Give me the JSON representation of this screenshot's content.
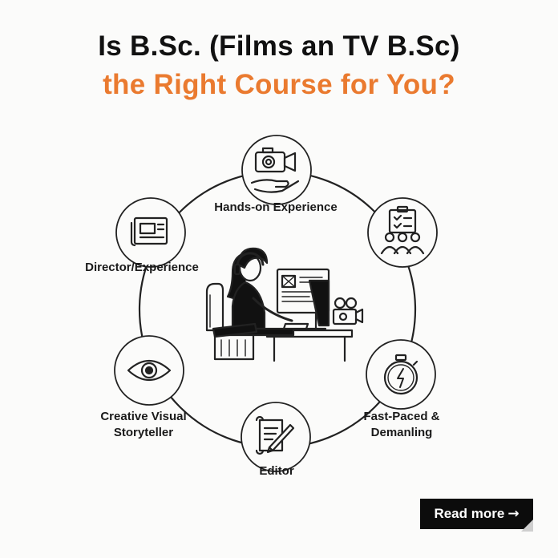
{
  "title": {
    "line1": "Is B.Sc. (Films an TV B.Sc)",
    "line2": "the Right Course for You?"
  },
  "colors": {
    "accent": "#ea7a2f",
    "text": "#111111",
    "button_bg": "#0c0c0c"
  },
  "nodes": [
    {
      "icon": "camera-hand-icon",
      "label": "Hands-on Experience"
    },
    {
      "icon": "clipboard-team-icon",
      "label": ""
    },
    {
      "icon": "stopwatch-icon",
      "label": "Fast-Paced & Demanling"
    },
    {
      "icon": "script-quill-icon",
      "label": "Editor"
    },
    {
      "icon": "eye-icon",
      "label": "Creative Visual Storyteller"
    },
    {
      "icon": "newspaper-icon",
      "label": "Director/Experience"
    }
  ],
  "center": {
    "icon": "film-editor-workstation-icon"
  },
  "cta": {
    "label": "Read more",
    "arrow": "→"
  }
}
